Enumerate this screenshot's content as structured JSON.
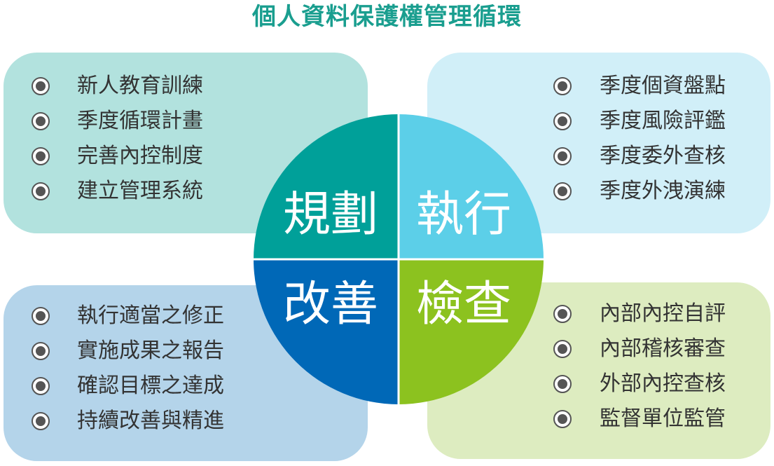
{
  "title": "個人資料保護權管理循環",
  "colors": {
    "title": "#1a9e8f",
    "plan": "#00a099",
    "do": "#5ccfe8",
    "act": "#0068b7",
    "check": "#8cc21f",
    "box_plan": "#b2e2de",
    "box_do": "#d1eff8",
    "box_act": "#b4d4ea",
    "box_check": "#ddecc0",
    "divider": "#ffffff"
  },
  "quadrants": {
    "plan": "規劃",
    "do": "執行",
    "act": "改善",
    "check": "檢查"
  },
  "plan_items": [
    "新人教育訓練",
    "季度循環計畫",
    "完善內控制度",
    "建立管理系統"
  ],
  "do_items": [
    "季度個資盤點",
    "季度風險評鑑",
    "季度委外查核",
    "季度外洩演練"
  ],
  "act_items": [
    "執行適當之修正",
    "實施成果之報告",
    "確認目標之達成",
    "持續改善與精進"
  ],
  "check_items": [
    "內部內控自評",
    "內部稽核審查",
    "外部內控查核",
    "監督單位監管"
  ]
}
